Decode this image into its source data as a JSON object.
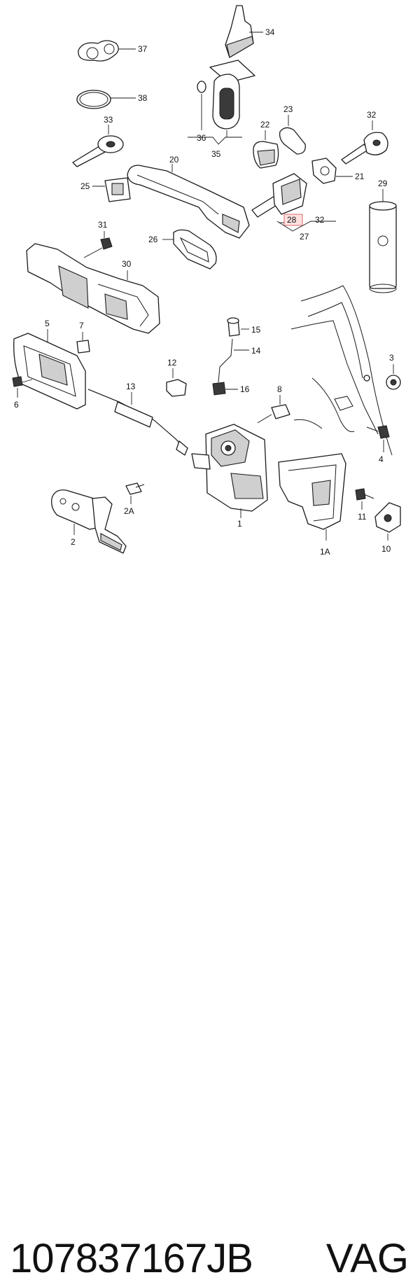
{
  "caption": {
    "part_number": "107837167JB",
    "brand": "VAG"
  },
  "callouts": {
    "c34": "34",
    "c37": "37",
    "c38": "38",
    "c36": "36",
    "c35": "35",
    "c33": "33",
    "c20": "20",
    "c23": "23",
    "c22": "22",
    "c32top": "32",
    "c25": "25",
    "c21": "21",
    "c29": "29",
    "c28": "28",
    "c32": "32",
    "c27": "27",
    "c31": "31",
    "c26": "26",
    "c30": "30",
    "c5": "5",
    "c7": "7",
    "c15": "15",
    "c14": "14",
    "c3": "3",
    "c12": "12",
    "c6": "6",
    "c13": "13",
    "c16": "16",
    "c8": "8",
    "c4": "4",
    "c2A": "2A",
    "c1": "1",
    "c11": "11",
    "c2": "2",
    "c1A": "1A",
    "c10": "10"
  },
  "highlight_color": "#e06b6b"
}
